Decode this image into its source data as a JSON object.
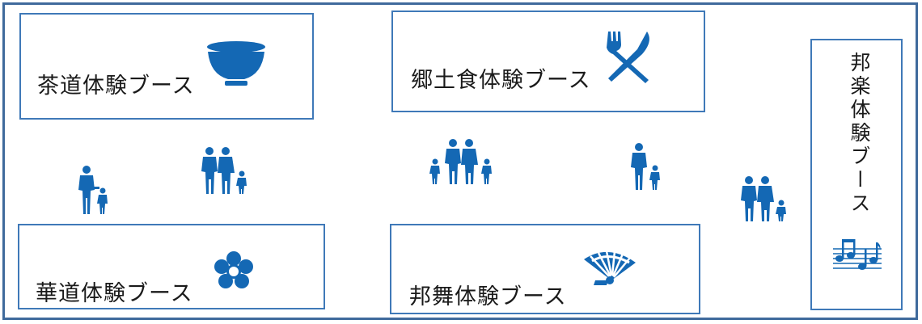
{
  "booths": {
    "tea": {
      "label": "茶道体験ブース",
      "icon": "bowl-icon"
    },
    "local_food": {
      "label": "郷土食体験ブース",
      "icon": "fork-knife-icon"
    },
    "hogaku": {
      "label": "邦楽体験ブース",
      "icon": "music-notes-icon"
    },
    "flower": {
      "label": "華道体験ブース",
      "icon": "flower-icon"
    },
    "dance": {
      "label": "邦舞体験ブース",
      "icon": "folding-fan-icon"
    }
  },
  "colors": {
    "accent": "#1468b4",
    "frame": "#3f6a9c",
    "booth_border": "#3f79b8"
  },
  "people_icons": [
    "adult-child-icon",
    "family-icon",
    "family-icon",
    "adult-child-icon",
    "family-icon"
  ]
}
